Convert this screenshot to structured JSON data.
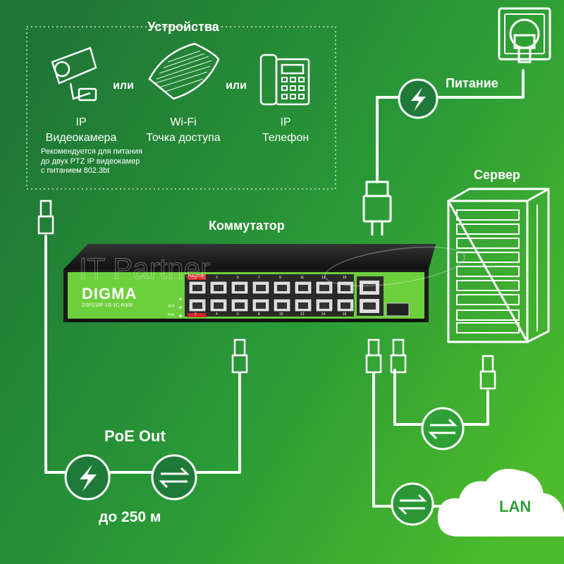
{
  "devices": {
    "title": "Устройства",
    "or_1": "или",
    "or_2": "или",
    "camera_line1": "IP",
    "camera_line2": "Видеокамера",
    "camera_note": [
      "Рекомендуется для питания",
      "до двух PTZ IP видеокамер",
      "с питанием 802.3bt"
    ],
    "wifi_line1": "Wi-Fi",
    "wifi_line2": "Точка доступа",
    "phone_line1": "IP",
    "phone_line2": "Телефон"
  },
  "power_label": "Питание",
  "server_label": "Сервер",
  "switch": {
    "label": "Коммутатор",
    "brand": "DIGMA",
    "model": "DSP216F-1G-1C-R300",
    "port_labels": [
      "1",
      "2",
      "3",
      "4",
      "5",
      "6",
      "7",
      "8",
      "9",
      "10",
      "11",
      "12",
      "13",
      "14",
      "15",
      "16"
    ],
    "indicator_labels": [
      "SFP",
      "PoE"
    ],
    "poe_tag": "PoE 7.5W"
  },
  "poe_out_label": "PoE Out",
  "distance_label": "до 250 м",
  "lan_label": "LAN",
  "watermark": "IT Partner",
  "colors": {
    "bg_left": "#1f7a3a",
    "bg_right": "#4ebb2a",
    "switch_green": "#6ccf3c",
    "switch_body": "#1b1b1b",
    "accent_red": "#d8252a",
    "white": "#ffffff"
  }
}
